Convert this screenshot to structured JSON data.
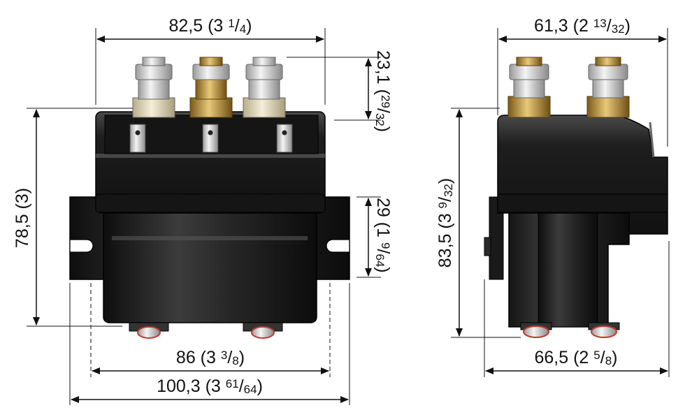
{
  "front_view": {
    "width_top": {
      "main": "82,5 (3 ",
      "num": "1",
      "den": "4",
      "close": ")"
    },
    "stud_height": {
      "main": "23,1 (",
      "num": "29",
      "den": "32",
      "close": ")"
    },
    "height": {
      "main": "78,5 (3)"
    },
    "lower_height": {
      "main": "29 (1 ",
      "num": "9",
      "den": "64",
      "close": ")"
    },
    "mount_width": {
      "main": "86 (3 ",
      "num": "3",
      "den": "8",
      "close": ")"
    },
    "total_width": {
      "main": "100,3 (3 ",
      "num": "61",
      "den": "64",
      "close": ")"
    }
  },
  "side_view": {
    "width_top": {
      "main": "61,3 (2 ",
      "num": "13",
      "den": "32",
      "close": ")"
    },
    "height": {
      "main": "83,5 (3 ",
      "num": "9",
      "den": "32",
      "close": ")"
    },
    "width_bottom": {
      "main": "66,5 (2 ",
      "num": "5",
      "den": "8",
      "close": ")"
    }
  },
  "colors": {
    "body": "#1c1c1c",
    "body_highlight": "#4a4a4a",
    "brass": "#c9a24a",
    "silver": "#d9d9d9",
    "seal": "#c0392b",
    "dimension_line": "#111111"
  }
}
